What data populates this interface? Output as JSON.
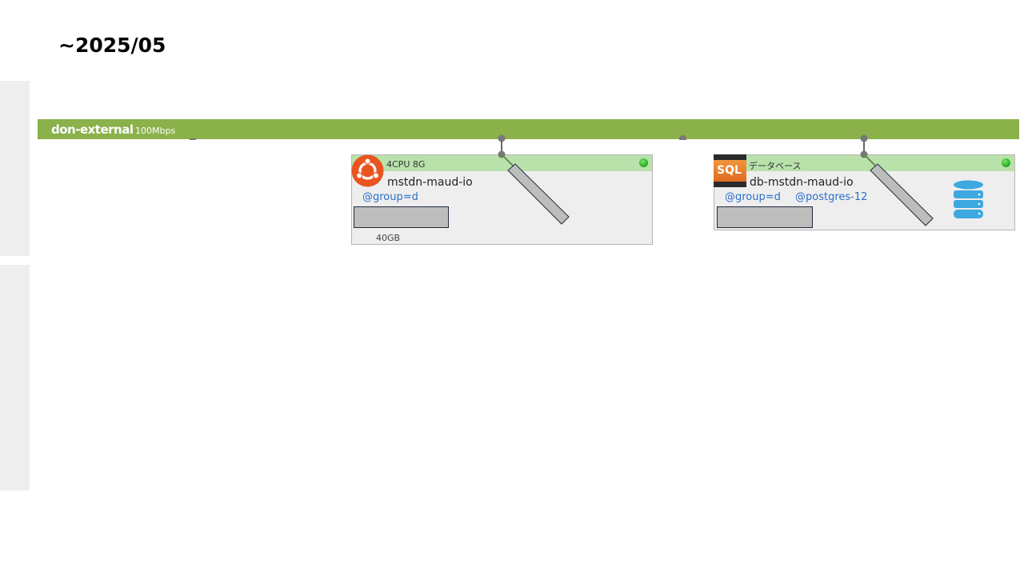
{
  "slide": {
    "title": "~2025/05"
  },
  "network": {
    "name": "don-external",
    "speed": "100Mbps"
  },
  "servers": [
    {
      "spec": "4CPU 8G",
      "name": "mstdn-maud-io",
      "tags": [
        "@group=d"
      ],
      "disk": "40GB",
      "os_icon": "ubuntu-logo-icon",
      "status": "running",
      "status_color": "#2fb52a"
    },
    {
      "spec": "データベース",
      "name": "db-mstdn-maud-io",
      "tags": [
        "@group=d",
        "@postgres-12"
      ],
      "os_icon": "sql-database-icon",
      "os_icon_label": "SQL",
      "status": "running",
      "status_color": "#2fb52a",
      "extra_icon": "database-stack-icon"
    }
  ],
  "colors": {
    "network_bar": "#8ab14a",
    "card_header": "#b9e2ab",
    "tag_link": "#2a6fc9",
    "ubuntu_orange": "#e95420",
    "sql_orange": "#e8741f",
    "db_blue": "#3ea8e0"
  }
}
